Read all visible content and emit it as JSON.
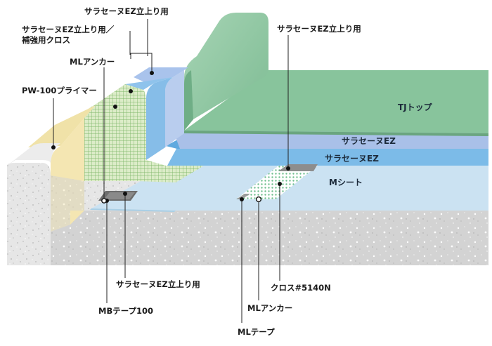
{
  "labels": {
    "top_ez_riser": "サラセーヌEZ立上り用",
    "ez_riser_cross_line1": "サラセーヌEZ立上り用／",
    "ez_riser_cross_line2": "補強用クロス",
    "ml_anchor_top": "MLアンカー",
    "pw100_primer": "PW-100プライマー",
    "right_ez_riser": "サラセーヌEZ立上り用",
    "tj_top": "TJトップ",
    "sarasene_ez_1": "サラセーヌEZ",
    "sarasene_ez_2": "サラセーヌEZ",
    "m_sheet": "Mシート",
    "bottom_ez_riser": "サラセーヌEZ立上り用",
    "mb_tape_100": "MBテープ100",
    "cloth_5140n": "クロス#5140N",
    "ml_anchor_bottom": "MLアンカー",
    "ml_tape": "MLテープ"
  },
  "colors": {
    "concrete": "#e4e4e4",
    "primer": "#f5e9b8",
    "reinforcing_cloth": "#cfe6b8",
    "ez_riser_light": "#c4d4ec",
    "ez_riser_blue": "#7fb5e6",
    "tj_top": "#7fbf96",
    "sarasene_ez_upper": "#a7bfe6",
    "sarasene_ez_lower": "#72b6e6",
    "m_sheet": "#cbe2f2"
  }
}
